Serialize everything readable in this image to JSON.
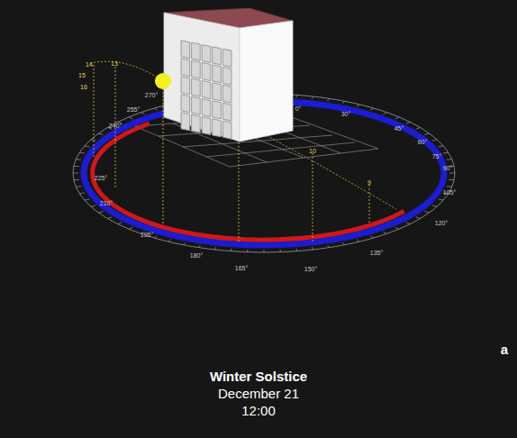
{
  "diagram": {
    "labels": [
      "0°",
      "30°",
      "45°",
      "60°",
      "75°",
      "90°",
      "105°",
      "120°",
      "135°",
      "150°",
      "165°",
      "180°",
      "195°",
      "210°",
      "225°",
      "240°",
      "255°",
      "270°",
      "9",
      "10",
      "13",
      "14",
      "15",
      "16",
      "a",
      "Winter Solstice",
      "December 21",
      "12:00"
    ]
  }
}
